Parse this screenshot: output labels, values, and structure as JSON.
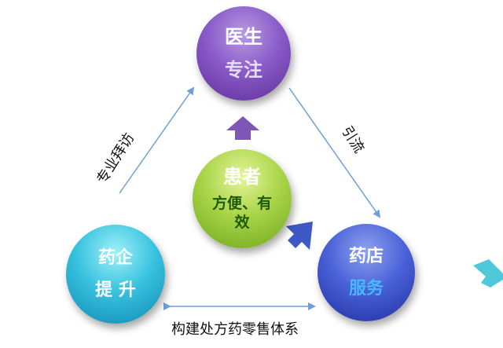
{
  "nodes": {
    "doctor": {
      "title": "医生",
      "subtitle": "专注"
    },
    "patient": {
      "title": "患者",
      "subtitle": "方便、有效"
    },
    "pharma": {
      "title": "药企",
      "subtitle": "提 升"
    },
    "pharmacy": {
      "title": "药店",
      "subtitle": "服务"
    }
  },
  "edges": {
    "visit": "专业拜访",
    "referral": "引流",
    "system": "构建处方药零售体系"
  },
  "colors": {
    "doctor": "#8a5bc9",
    "patient": "#a9d548",
    "pharma": "#38c3df",
    "pharmacy": "#4a62d8",
    "arrow_line": "#6f9fd8",
    "arrow_up": "#7d56b8",
    "arrow_diag": "#3e58c6",
    "arrow_teal": "#4fc9d9"
  }
}
